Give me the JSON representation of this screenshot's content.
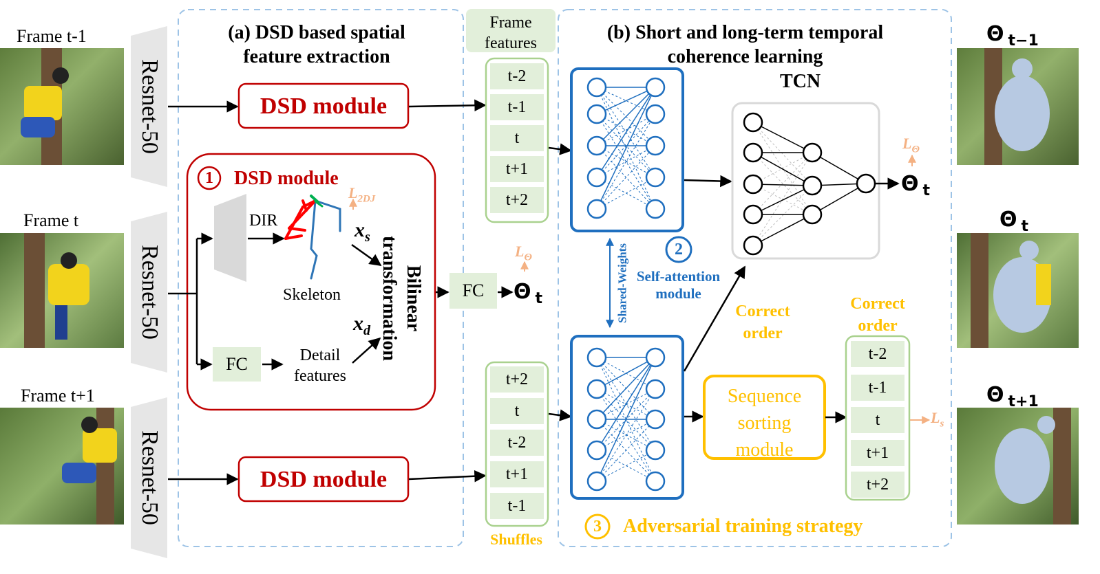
{
  "frames": {
    "prev": "Frame t-1",
    "cur": "Frame t",
    "next": "Frame t+1"
  },
  "backbone_label": "Resnet-50",
  "section_a": {
    "title_line1": "(a) DSD based spatial",
    "title_line2": "feature extraction"
  },
  "section_b": {
    "title_line1": "(b) Short and long-term temporal",
    "title_line2": "coherence learning"
  },
  "dsd_module_label": "DSD module",
  "dsd_detail": {
    "number": "1",
    "title": "DSD module",
    "dir_label": "DIR",
    "skeleton_label": "Skeleton",
    "fc_label": "FC",
    "detail_line1": "Detail",
    "detail_line2": "features",
    "xs": "x",
    "xs_sub": "s",
    "xd": "x",
    "xd_sub": "d",
    "l2dj": "L",
    "l2dj_sub": "2DJ",
    "bilinear_line1": "Bilinear",
    "bilinear_line2": "transformation"
  },
  "fc_out": {
    "label": "FC",
    "loss": "L",
    "loss_sub": "Θ",
    "theta": "Θ",
    "theta_sub": "t"
  },
  "frame_features": {
    "title_line1": "Frame",
    "title_line2": "features",
    "items": [
      "t-2",
      "t-1",
      "t",
      "t+1",
      "t+2"
    ]
  },
  "shuffled": {
    "items": [
      "t+2",
      "t",
      "t-2",
      "t+1",
      "t-1"
    ],
    "label": "Shuffles"
  },
  "tcn": {
    "label": "TCN",
    "loss": "L",
    "loss_sub": "Θ",
    "theta": "Θ",
    "theta_sub": "t"
  },
  "self_attention": {
    "number": "2",
    "label_line1": "Self-attention",
    "label_line2": "module",
    "shared_weights": "Shared-Weights"
  },
  "correct_order_mid": {
    "line1": "Correct",
    "line2": "order"
  },
  "sorting": {
    "line1": "Sequence",
    "line2": "sorting",
    "line3": "module"
  },
  "correct_order": {
    "line1": "Correct",
    "line2": "order",
    "items": [
      "t-2",
      "t-1",
      "t",
      "t+1",
      "t+2"
    ],
    "loss": "L",
    "loss_sub": "s"
  },
  "adversarial": {
    "number": "3",
    "label": "Adversarial training strategy"
  },
  "outputs": {
    "prev_theta": "Θ",
    "prev_sub": "t−1",
    "cur_theta": "Θ",
    "cur_sub": "t",
    "next_theta": "Θ",
    "next_sub": "t+1"
  },
  "colors": {
    "dsd_red": "#c00000",
    "loss_orange": "#f4b183",
    "gold": "#ffc000",
    "blue": "#1f6fbf",
    "feature_green": "#e2efda",
    "feature_border": "#a9d18e",
    "dashed_blue": "#9dc3e6"
  }
}
